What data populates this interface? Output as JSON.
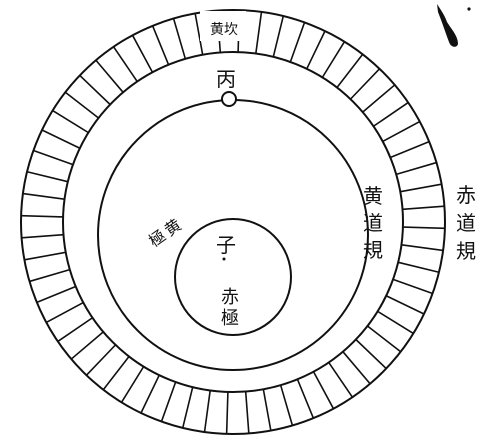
{
  "labels": {
    "huangkan": "黄坎",
    "bing": "丙",
    "huang_dao_gui": [
      "黄",
      "道",
      "規"
    ],
    "chi_dao_gui": [
      "赤",
      "道",
      "規"
    ],
    "huang_ji": [
      "黄",
      "極"
    ],
    "zi": "子",
    "chi_ji": [
      "赤",
      "極"
    ]
  },
  "colors": {
    "ink": "#111111",
    "paper": "#ffffff"
  }
}
